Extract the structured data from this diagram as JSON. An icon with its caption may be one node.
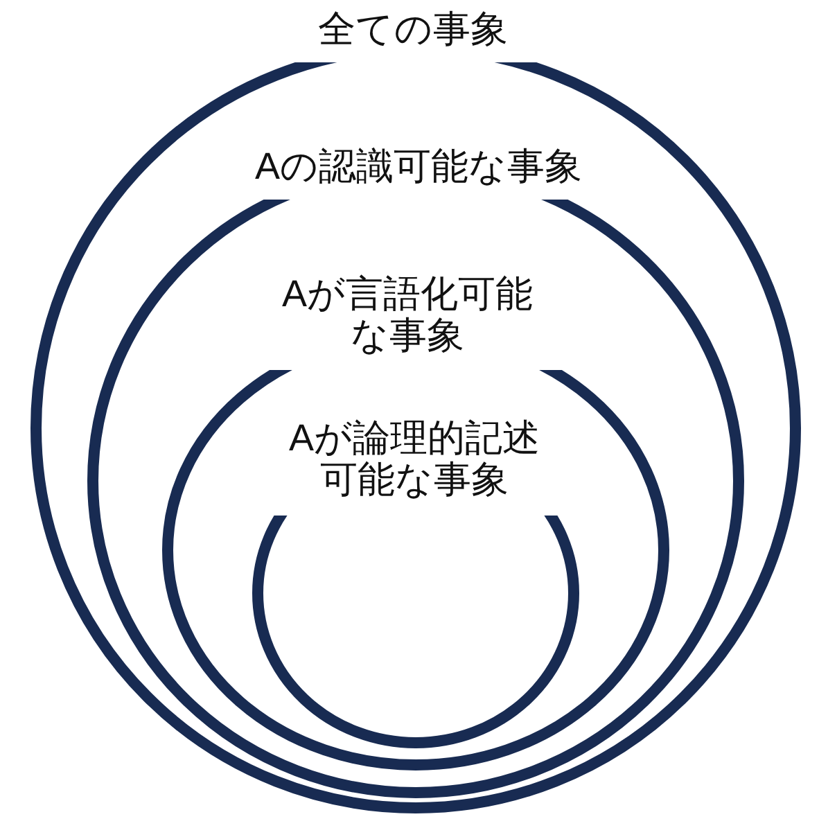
{
  "diagram": {
    "nodes": [
      {
        "text": [
          "全ての事象"
        ]
      },
      {
        "text": [
          "Aの認識可能な事象"
        ],
        "in": 0
      },
      {
        "text": [
          "Aが言語化可能な事象"
        ],
        "in": 1
      },
      {
        "text": [
          "Aが論理的記述可能な事象"
        ],
        "in": 2
      }
    ]
  }
}
